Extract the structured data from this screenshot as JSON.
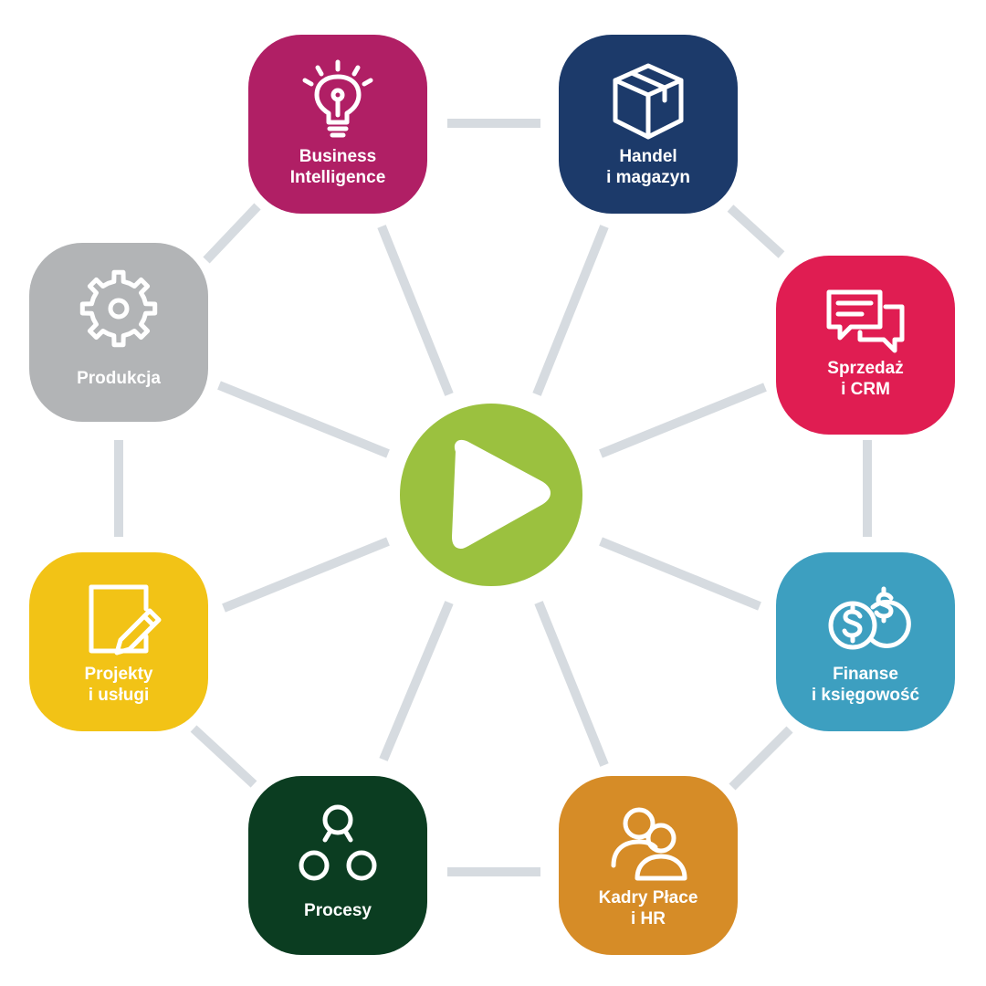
{
  "modules": [
    {
      "key": "business-intelligence",
      "lines": [
        "Business",
        "Intelligence"
      ],
      "color": "#b01f65",
      "icon": "lightbulb-icon"
    },
    {
      "key": "handel-magazyn",
      "lines": [
        "Handel",
        "i magazyn"
      ],
      "color": "#1c3a6a",
      "icon": "box-icon"
    },
    {
      "key": "sprzedaz-crm",
      "lines": [
        "Sprzedaż",
        "i CRM"
      ],
      "color": "#e01d52",
      "icon": "chat-bubbles-icon"
    },
    {
      "key": "finanse-ksiegowosc",
      "lines": [
        "Finanse",
        "i księgowość"
      ],
      "color": "#3d9fc0",
      "icon": "dollar-coins-icon"
    },
    {
      "key": "kadry-place-hr",
      "lines": [
        "Kadry Płace",
        "i HR"
      ],
      "color": "#d68c27",
      "icon": "people-icon"
    },
    {
      "key": "procesy",
      "lines": [
        "Procesy"
      ],
      "color": "#0b3d21",
      "icon": "process-circles-icon"
    },
    {
      "key": "projekty-uslugi",
      "lines": [
        "Projekty",
        "i usługi"
      ],
      "color": "#f2c316",
      "icon": "pencil-note-icon"
    },
    {
      "key": "produkcja",
      "lines": [
        "Produkcja"
      ],
      "color": "#b2b4b6",
      "icon": "gear-icon"
    }
  ],
  "center": {
    "color": "#9bc13f",
    "icon": "play-icon"
  },
  "connector_color": "#d6dbe0"
}
